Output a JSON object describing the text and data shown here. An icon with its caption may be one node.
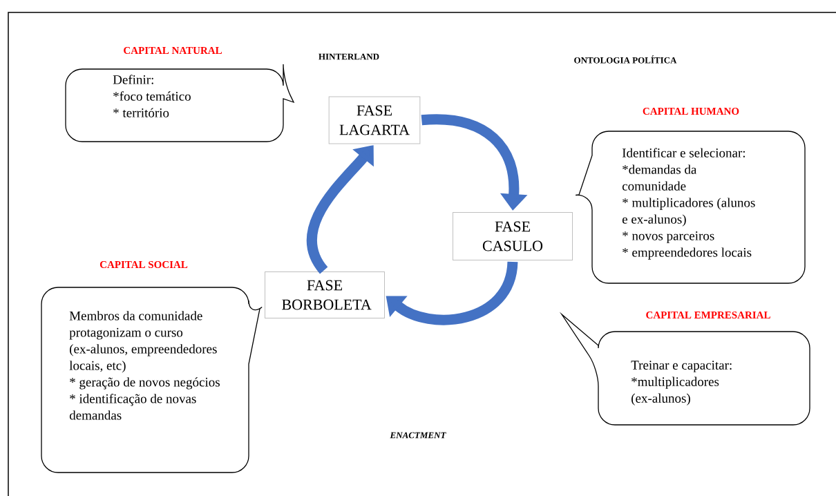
{
  "diagram": {
    "nodes": [
      {
        "text": [
          "CAPITAL NATURAL",
          "Definir:",
          "*foco temático",
          "* território"
        ]
      },
      {
        "text": [
          "FASE LAGARTA"
        ]
      },
      {
        "text": [
          "CAPITAL HUMANO",
          "Identificar e selecionar:",
          "*demandas da comunidade",
          "* multiplicadores (alunos e ex-alunos)",
          "* novos parceiros",
          "* empreendedores locais"
        ]
      },
      {
        "text": [
          "FASE CASULO"
        ]
      },
      {
        "text": [
          "CAPITAL SOCIAL",
          "Membros da comunidade protagonizam o curso (ex-alunos, empreendedores locais, etc)",
          "* geração de novos negócios",
          "* identificação de novas demandas"
        ]
      },
      {
        "text": [
          "FASE BORBOLETA"
        ]
      },
      {
        "text": [
          "CAPITAL EMPRESARIAL",
          "Treinar e capacitar:",
          "*multiplicadores (ex-alunos)"
        ]
      }
    ],
    "edges": [
      {
        "from": 1,
        "to": 3,
        "arrow": "to"
      },
      {
        "from": 3,
        "to": 5,
        "arrow": "to"
      },
      {
        "from": 5,
        "to": 1,
        "arrow": "to"
      }
    ],
    "labels": [
      "HINTERLAND",
      "ONTOLOGIA POLÍTICA",
      "ENACTMENT"
    ]
  }
}
